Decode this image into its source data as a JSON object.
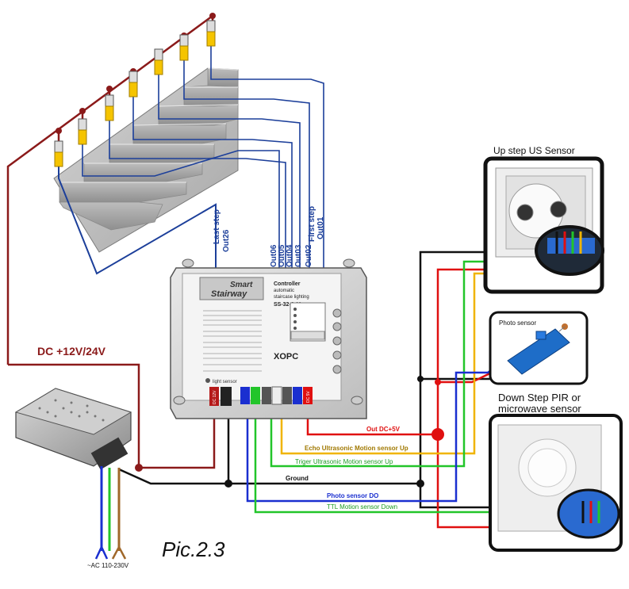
{
  "labels": {
    "dc_supply": "DC +12V/24V",
    "ac_input": "~AC 110-230V",
    "pic": "Pic.2.3",
    "last_step": "Last step",
    "out26": "Out26",
    "out06": "Out06",
    "out05": "Out05",
    "out04": "Out04",
    "out03": "Out03",
    "out02": "Out02",
    "first_step": "First step",
    "out01": "Out01",
    "up_sensor": "Up step US Sensor",
    "photo_sensor": "Photo sensor",
    "down_sensor_1": "Down Step PIR or",
    "down_sensor_2": "microwave sensor",
    "out_dc5v": "Out DC+5V",
    "echo": "Echo Ultrasonic Motion sensor Up",
    "trigger": "Triger Ultrasonic Motion sensor Up",
    "ground": "Ground",
    "photo_do": "Photo sensor DO",
    "ttl_down": "TTL Motion sensor Down"
  },
  "controller": {
    "brand_1": "Smart",
    "brand_2": "Stairway",
    "title_1": "Controller",
    "title_2": "automatic",
    "title_3": "staircase lighting",
    "model": "SS-32-2.11",
    "opc": "XOPC",
    "light_sensor": "light sensor",
    "dc_in": "DC 12V",
    "dc_out": "DC 5V"
  },
  "colors": {
    "dc_wire": "#8b1a1a",
    "ground": "#111111",
    "out5v": "#e01010",
    "echo": "#f0b400",
    "trigger": "#22c52a",
    "photo": "#1a2fd0",
    "steps": "#1c3f9a"
  }
}
